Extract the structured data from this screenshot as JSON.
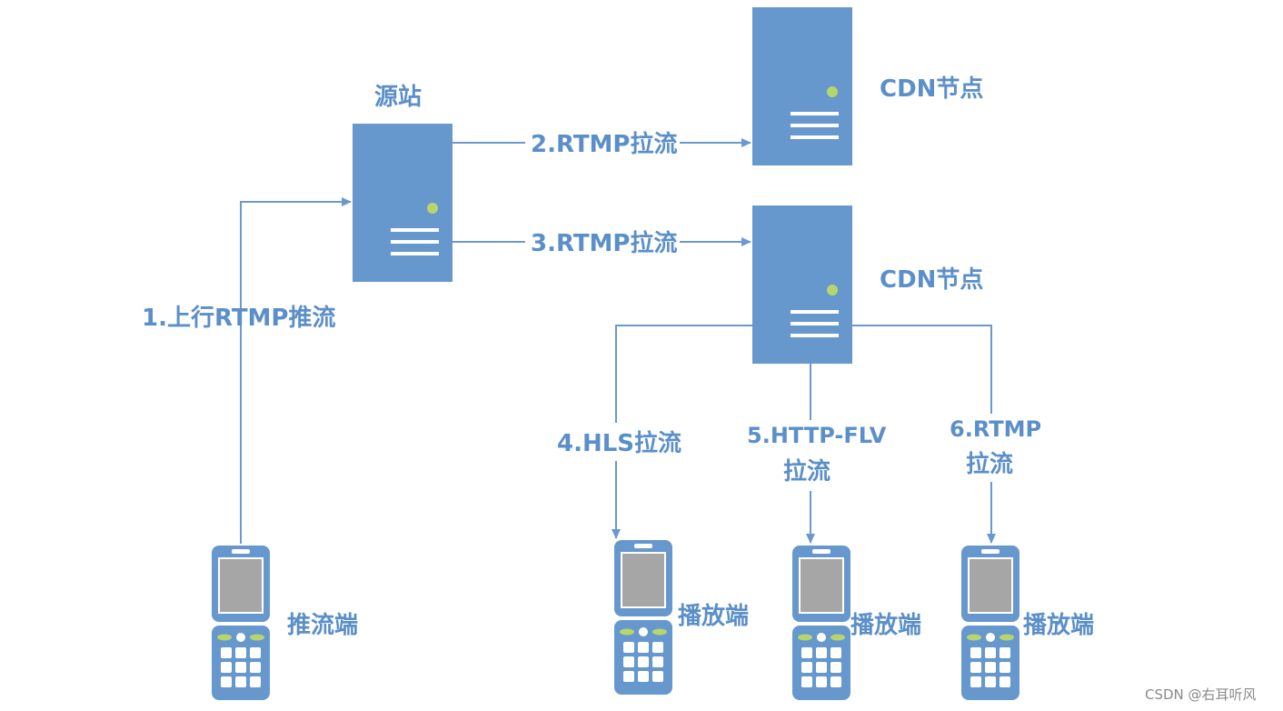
{
  "nodes": {
    "origin": {
      "label": "源站"
    },
    "cdn_top": {
      "label": "CDN节点"
    },
    "cdn_bottom": {
      "label": "CDN节点"
    },
    "publisher": {
      "label": "推流端"
    },
    "player_hls": {
      "label": "播放端"
    },
    "player_flv": {
      "label": "播放端"
    },
    "player_rtmp": {
      "label": "播放端"
    }
  },
  "edges": {
    "push": {
      "label": "1.上行RTMP推流"
    },
    "pull2": {
      "label": "2.RTMP拉流"
    },
    "pull3": {
      "label": "3.RTMP拉流"
    },
    "hls": {
      "label": "4.HLS拉流"
    },
    "flv": {
      "line1": "5.HTTP-FLV",
      "line2": "拉流"
    },
    "rtmp": {
      "line1": "6.RTMP",
      "line2": "拉流"
    }
  },
  "watermark": "CSDN @右耳听风",
  "colors": {
    "server": "#6798cd",
    "label": "#5b8fc9",
    "edge": "#6a98cf",
    "led": "#b7d56b",
    "phone_screen": "#a6a6a6"
  }
}
